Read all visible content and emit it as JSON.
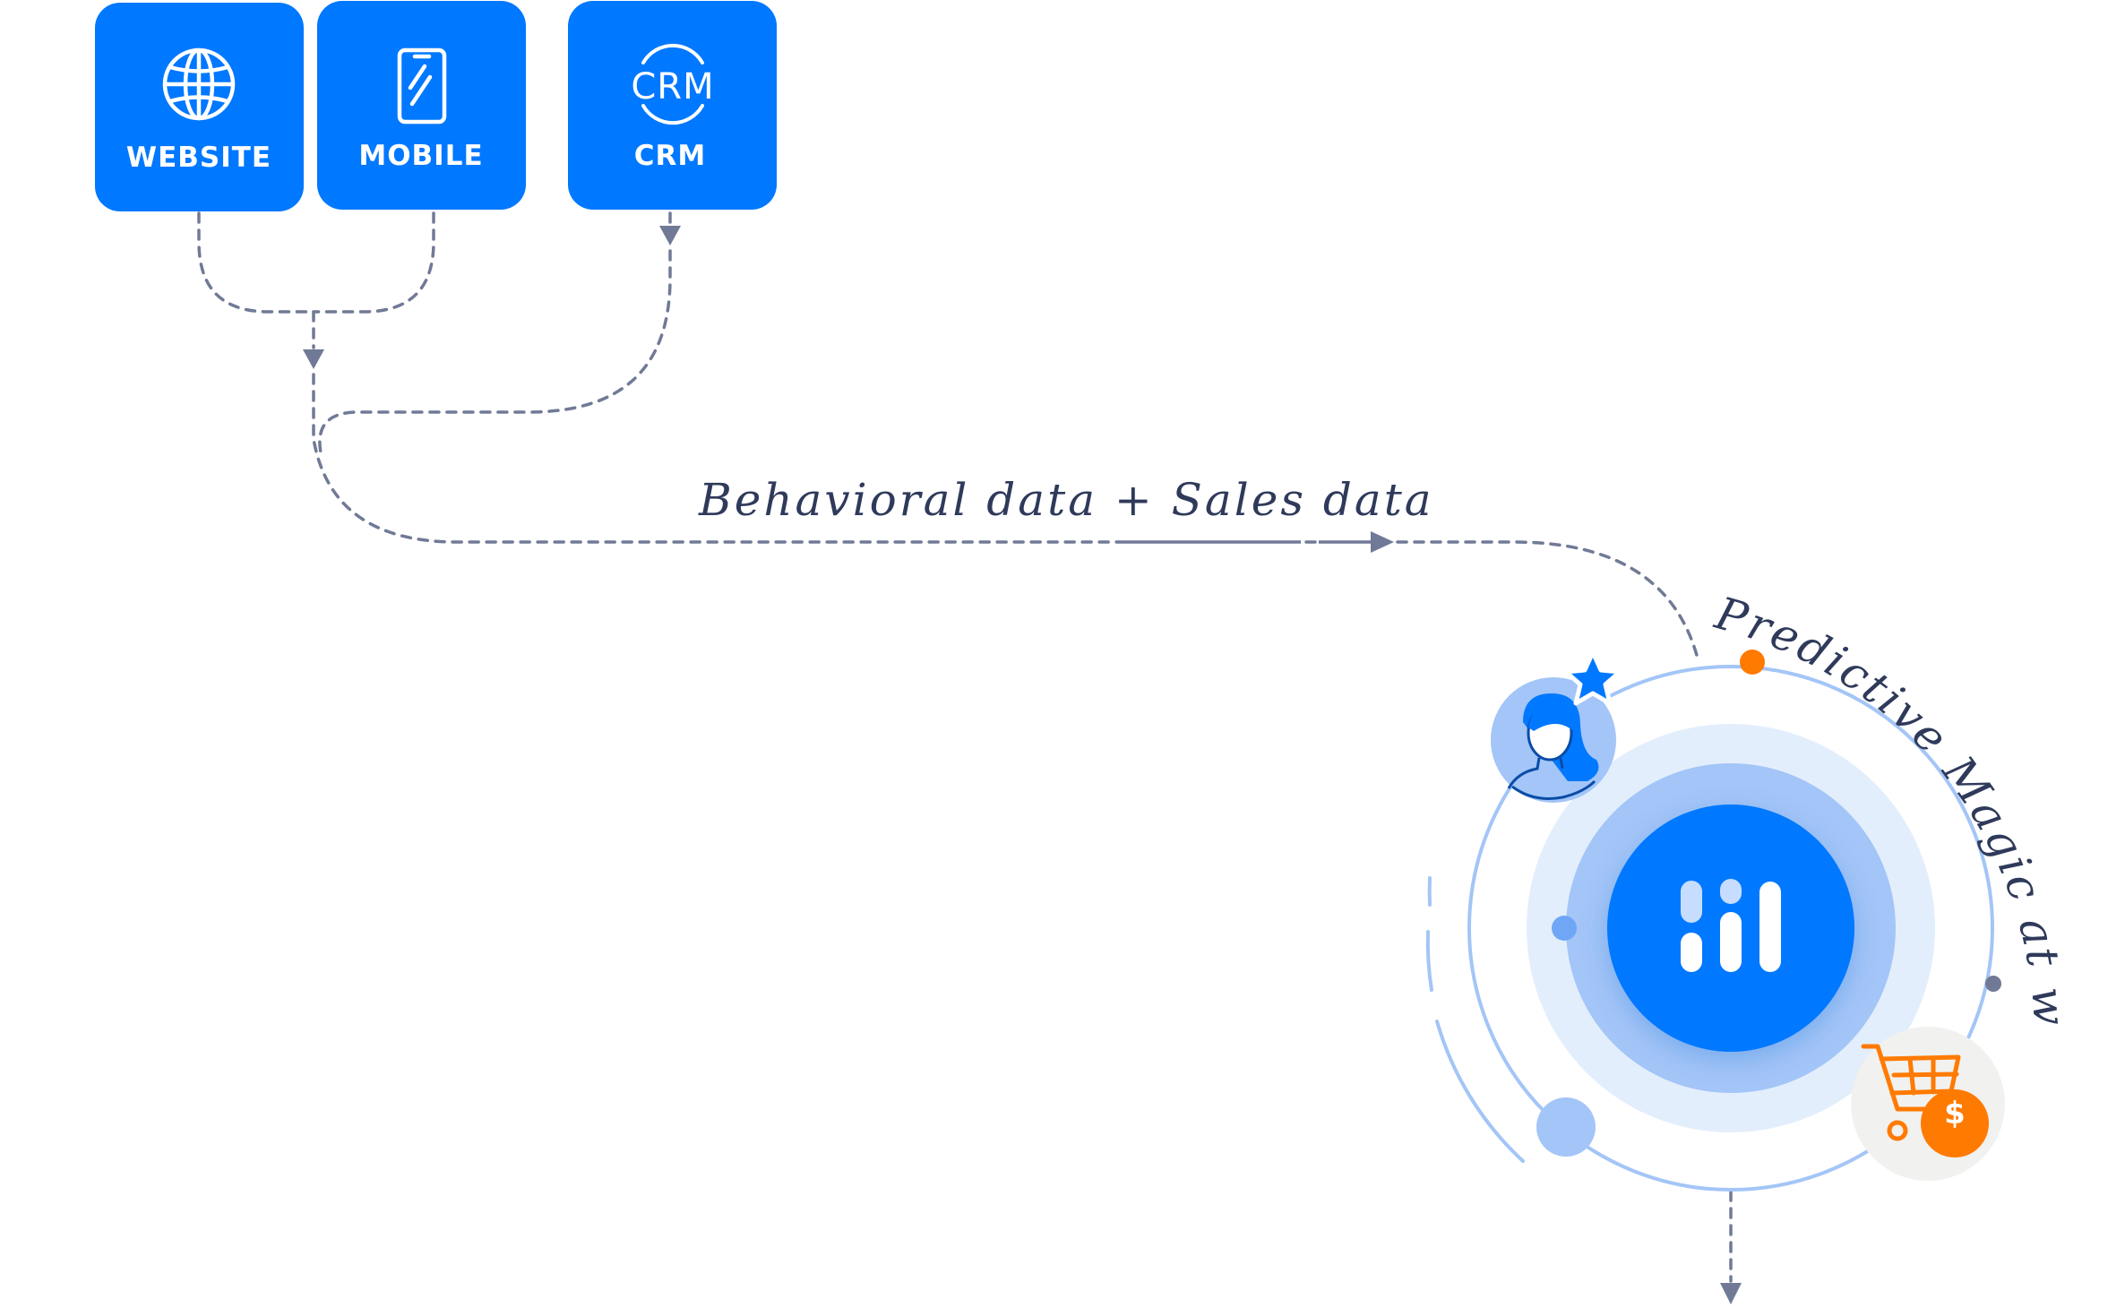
{
  "sources": [
    {
      "id": "website",
      "label": "WEBSITE",
      "icon": "globe-icon"
    },
    {
      "id": "mobile",
      "label": "MOBILE",
      "icon": "smartphone-icon"
    },
    {
      "id": "crm",
      "label": "CRM",
      "icon": "crm-icon",
      "icon_text": "CRM"
    }
  ],
  "annotations": {
    "data_flow": "Behavioral data + Sales data",
    "engine": "Predictive Magic at work"
  },
  "icons": {
    "engine": "bars-logo-icon",
    "customer": "customer-avatar-icon",
    "favorite": "star-icon",
    "purchase": "shopping-cart-icon",
    "currency": "dollar-icon",
    "currency_symbol": "$"
  },
  "colors": {
    "primary_blue": "#0078ff",
    "light_blue": "#a3c5f7",
    "pale_blue": "#e3eefd",
    "accent_orange": "#ff7a00",
    "connector_gray": "#707a96",
    "script_ink": "#2f3a5b",
    "cart_bg": "#f1f1ef"
  }
}
